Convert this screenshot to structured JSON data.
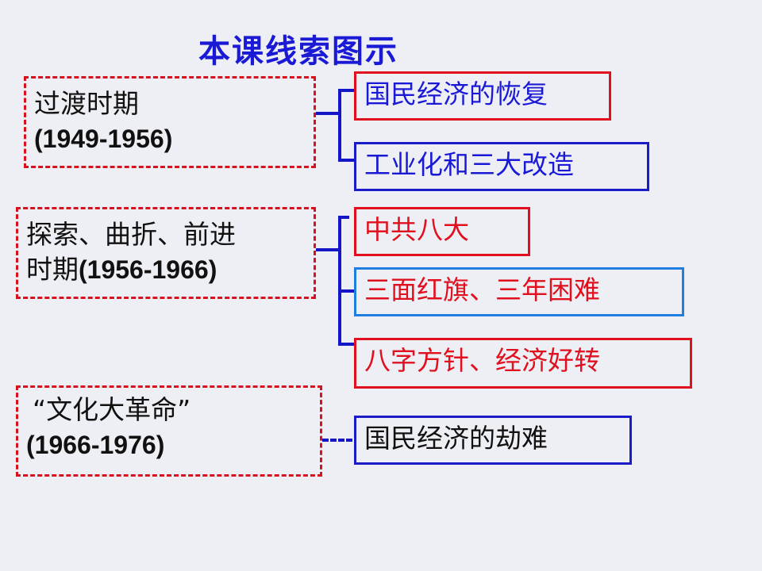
{
  "title": "本课线索图示",
  "periods": [
    {
      "name": "过渡时期",
      "years": "(1949-1956)"
    },
    {
      "name_line1": "探索、曲折、前进",
      "name_line2": "时期",
      "years": "(1956-1966)"
    },
    {
      "name": "“文化大革命”",
      "years": "(1966-1976)"
    }
  ],
  "topics": [
    {
      "label": "国民经济的恢复"
    },
    {
      "label": "工业化和三大改造"
    },
    {
      "label": "中共八大"
    },
    {
      "label": "三面红旗、三年困难"
    },
    {
      "label": "八字方针、经济好转"
    },
    {
      "label": "国民经济的劫难"
    }
  ],
  "colors": {
    "background": "#eeeff4",
    "title": "#1a1ad6",
    "period_border": "#d6121f",
    "red": "#e0101f",
    "blue": "#1b1bc8",
    "light_blue": "#1f7ee0"
  }
}
